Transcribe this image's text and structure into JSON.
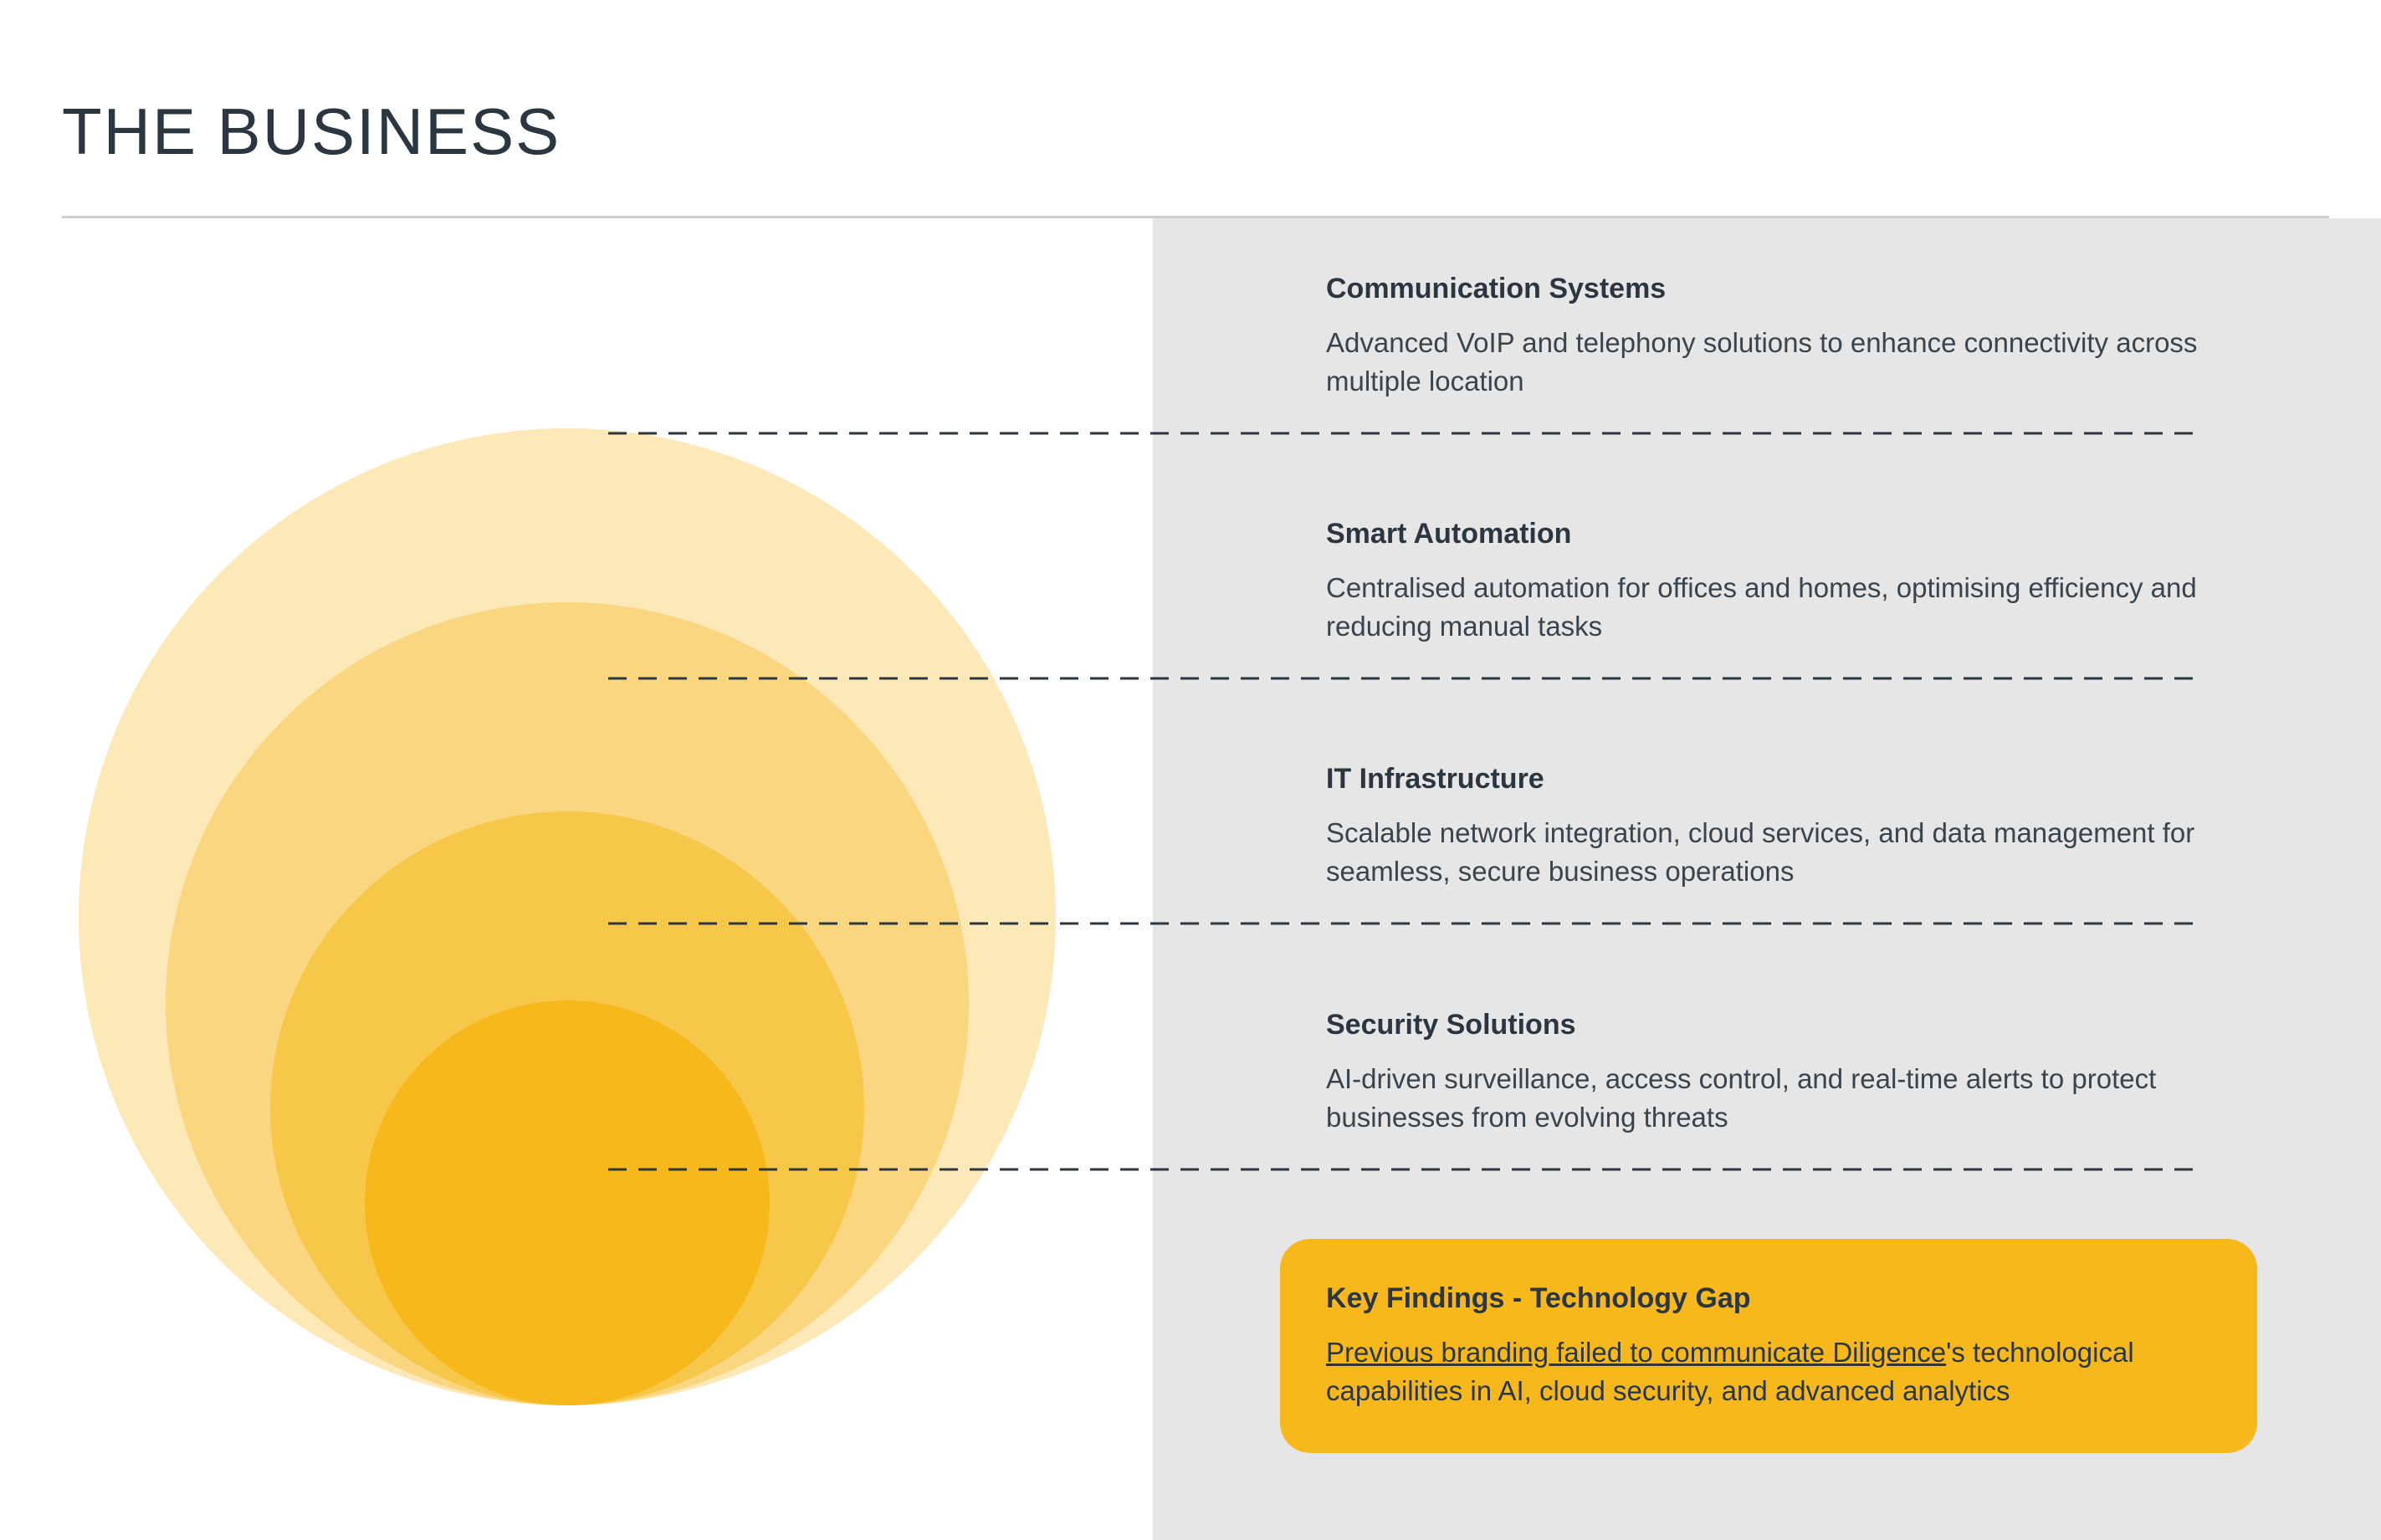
{
  "page": {
    "title": "THE BUSINESS"
  },
  "colors": {
    "ring_outer": "#fde9b8",
    "ring_2": "#f9d67f",
    "ring_3": "#f7c74a",
    "ring_inner": "#f6b81b",
    "panel": "#e6e6e6",
    "text": "#2b3640",
    "highlight": "#f6b81b"
  },
  "layers": [
    {
      "title": "Communication Systems",
      "description": "Advanced VoIP and telephony solutions to enhance connectivity across multiple location"
    },
    {
      "title": "Smart Automation",
      "description": "Centralised automation for offices and homes, optimising efficiency and reducing manual tasks"
    },
    {
      "title": "IT Infrastructure",
      "description": "Scalable network integration, cloud services, and data management for seamless, secure business operations"
    },
    {
      "title": "Security Solutions",
      "description": "AI-driven surveillance, access control, and real-time alerts to protect businesses from evolving threats"
    }
  ],
  "key_findings": {
    "title": "Key Findings - Technology Gap",
    "link_text": "Previous branding failed to communicate Diligence",
    "rest_text": "'s technological capabilities in AI, cloud security, and advanced analytics"
  }
}
